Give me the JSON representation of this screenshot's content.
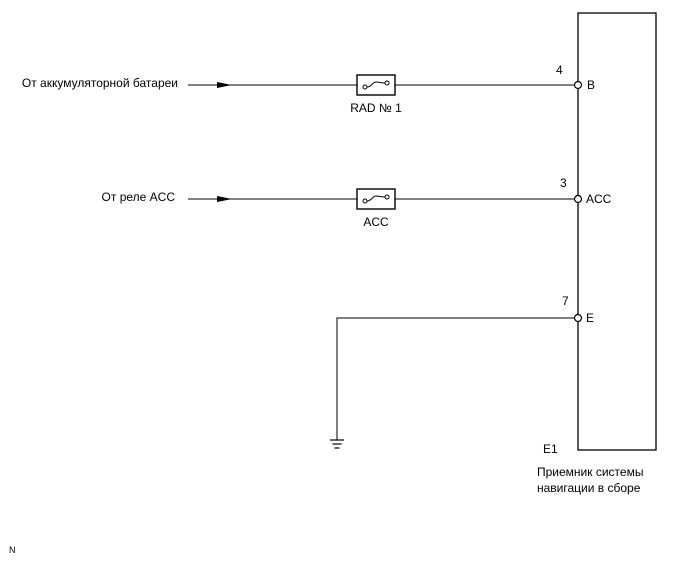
{
  "sources": {
    "battery": "От аккумуляторной батареи",
    "acc_relay": "От реле ACC"
  },
  "fuses": {
    "rad": "RAD № 1",
    "acc": "ACC"
  },
  "pins": [
    {
      "number": "4",
      "name": "B"
    },
    {
      "number": "3",
      "name": "ACC"
    },
    {
      "number": "7",
      "name": "E"
    }
  ],
  "component": {
    "code": "E1",
    "name_line1": "Приемник системы",
    "name_line2": "навигации в сборе"
  },
  "corner_mark": "N"
}
